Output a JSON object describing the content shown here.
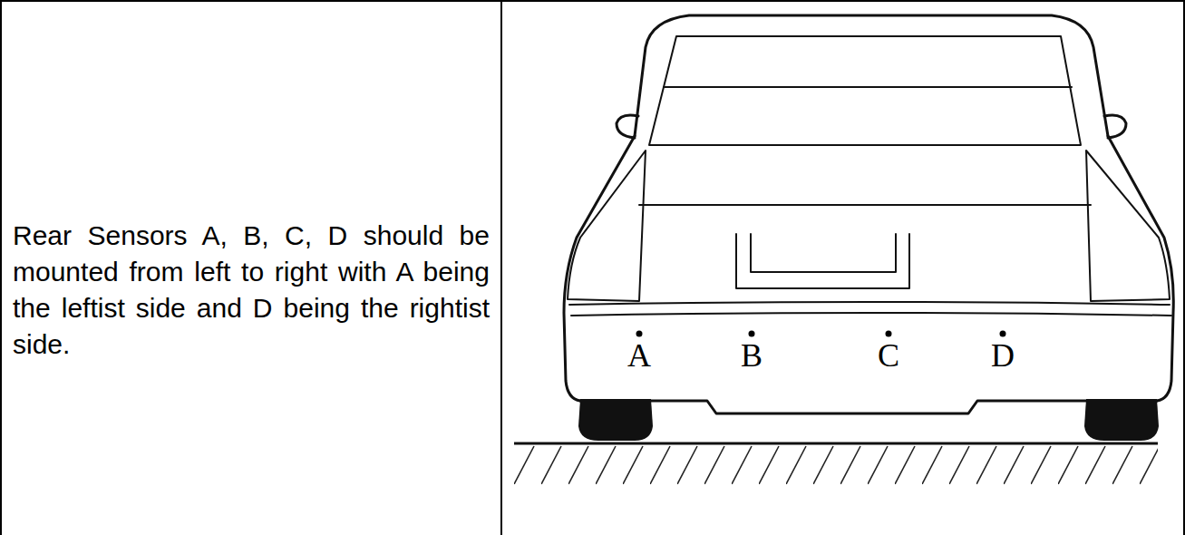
{
  "diagram": {
    "labels": [
      "Rear Sensors A, B, C, D should be mounted from left to right with A being the leftist side and D being the rightist side.",
      "A",
      "B",
      "C",
      "D"
    ]
  }
}
